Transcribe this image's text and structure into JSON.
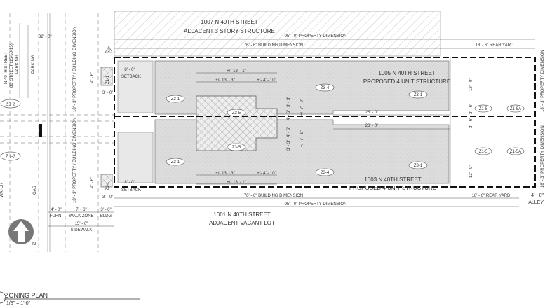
{
  "title": {
    "name": "ZONING PLAN",
    "scale": "1/8\" = 1'-0\""
  },
  "north_label": "N",
  "revision_tag": "3",
  "adjacent_top": {
    "address": "1007 N 40TH STREET",
    "desc": "ADJACENT 3 STORY STRUCTURE"
  },
  "adjacent_bottom": {
    "address": "1001 N 40TH STREET",
    "desc": "ADJACENT VACANT LOT"
  },
  "unit_upper": {
    "address": "1005 N 40TH STREET",
    "desc": "PROPOSED 4 UNIT STRUCTURE"
  },
  "unit_lower": {
    "address": "1003 N 40TH STREET",
    "desc": "PROPOSED 4 UNIT STRUCTURE"
  },
  "street": {
    "name": "N 40TH STREET",
    "width": "80' STREET (15-50-15)",
    "parking": "PARKING",
    "parking2": "PARKING",
    "width_dim": "32' - 0\"",
    "water": "WATER",
    "gas": "GAS"
  },
  "dims": {
    "property": "95' - 0\" PROPERTY DIMENSION",
    "building": "76' - 6\" BUILDING DIMENSION",
    "rear_yard": "18' - 6\" REAR YARD",
    "setback": "8' - 0\"",
    "setback_label": "SETBACK",
    "lot_width": "18' - 3\" PROPERTY / BUILDING DIMENSION",
    "lot_width_right": "18' - 3\" PROPERTY DIMENSION",
    "bay_h": "4' - 6\"",
    "bay_w": "3' - 0\"",
    "furn": "4' - 0\"",
    "furn_label": "FURN.",
    "walk": "7' - 6\"",
    "walk_label": "WALK ZONE",
    "bldg": "3' - 6\"",
    "bldg_label": "BLDG",
    "sidewalk": "15' - 0\"",
    "sidewalk_label": "SIDEWALK",
    "d18_1": "+/- 18' - 1\"",
    "d13_3": "+/- 13' - 3\"",
    "d4_10": "+/- 4' - 10\"",
    "d3_3": "3' - 3\"",
    "d4_6": "4' - 6\"",
    "d7_9": "+/- 7' - 9\"",
    "d26": "26' - 0\"",
    "d12_9": "12' - 9\"",
    "d3_6": "3' - 6\"",
    "alley": "4' - 0\"",
    "alley_label": "ALLEY"
  },
  "tags": {
    "z3_1": "Z3-1",
    "z3_4": "Z3-4",
    "z3_5": "Z3-5",
    "z1_1": "Z1-1",
    "z1_3": "Z1-3",
    "z1_5": "Z1-5",
    "z1_5a": "Z1-5A"
  },
  "colors": {
    "stipple": "#d9d9d9",
    "setback": "#e6e6e6",
    "hatch": "#999999"
  }
}
